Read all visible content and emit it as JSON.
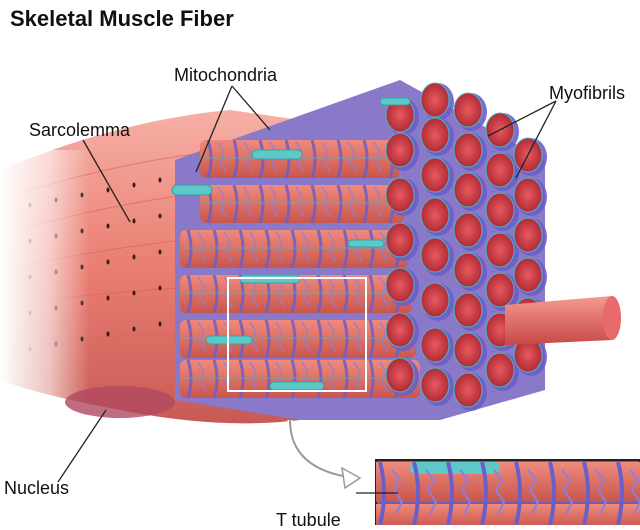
{
  "title": "Skeletal Muscle Fiber",
  "labels": {
    "mitochondria": "Mitochondria",
    "myofibrils": "Myofibrils",
    "sarcolemma": "Sarcolemma",
    "nucleus": "Nucleus",
    "t_tubule": "T tubule"
  },
  "colors": {
    "sarcolemma": "#e8736a",
    "myofibril": "#c8323c",
    "myofibril_core": "#e0505a",
    "reticulum": "#6a5fc8",
    "mitochondria": "#5cc8c8",
    "tendon": "#e06464"
  }
}
